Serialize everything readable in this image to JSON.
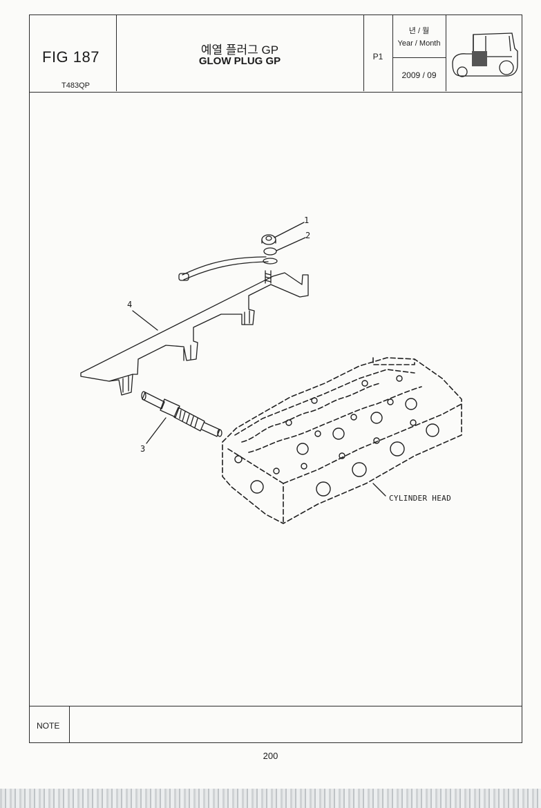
{
  "header": {
    "fig_number": "FIG 187",
    "fig_code": "T483QP",
    "title_korean": "예열 플러그 GP",
    "title_english": "GLOW PLUG GP",
    "page": "P1",
    "year_month_korean": "년 / 월",
    "year_month_english": "Year / Month",
    "date": "2009  / 09"
  },
  "diagram": {
    "callouts": [
      "1",
      "2",
      "3",
      "4"
    ],
    "cylinder_head_label": "CYLINDER HEAD"
  },
  "note": {
    "label": "NOTE",
    "text": ""
  },
  "page_number": "200"
}
